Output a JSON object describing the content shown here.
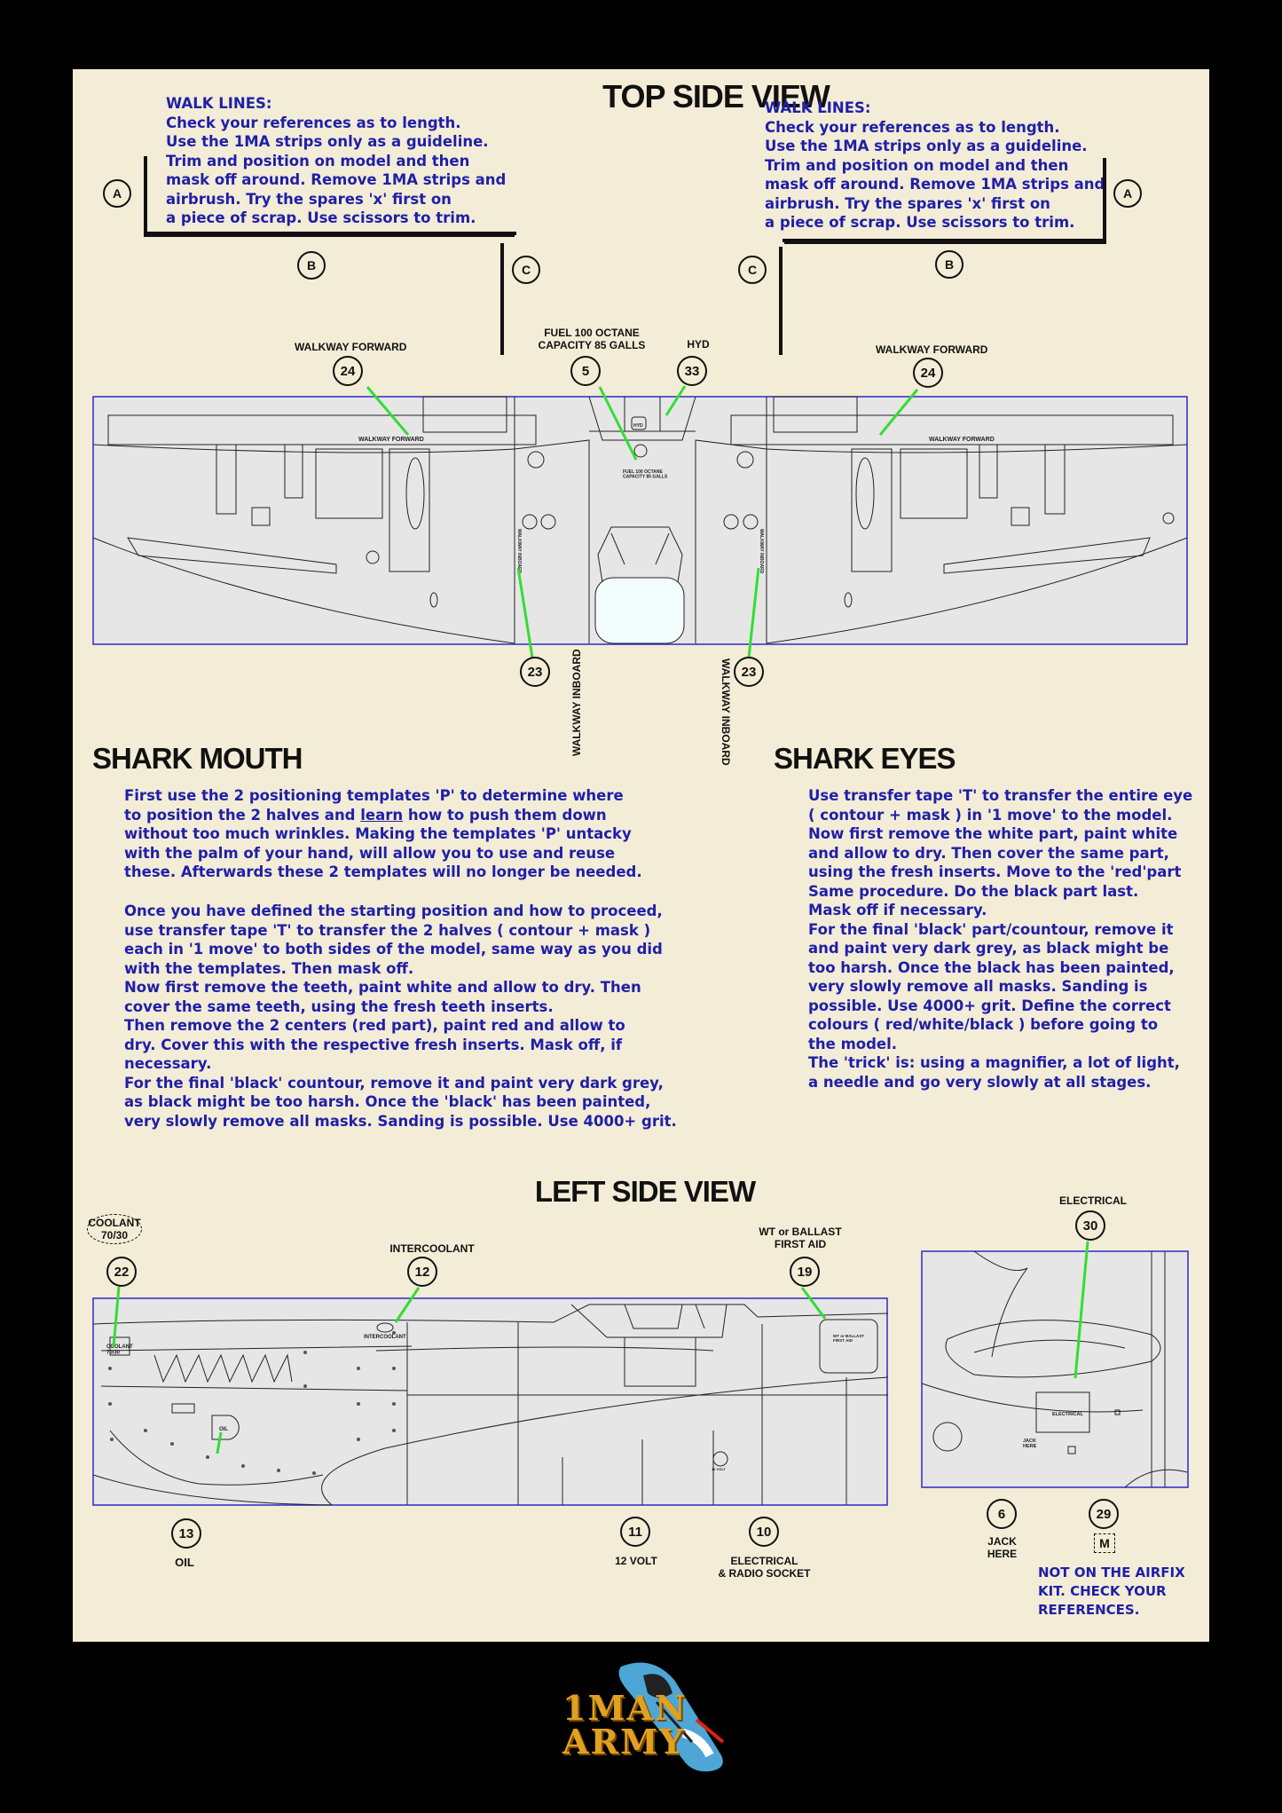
{
  "top_view": {
    "title": "TOP SIDE VIEW",
    "walk_lines_left": "WALK LINES:\nCheck your references as to length.\nUse the 1MA strips only as a guideline.\nTrim and position on model and then\nmask off around. Remove 1MA strips and\nairbrush. Try the spares 'x' first on\na piece of scrap. Use scissors to trim.",
    "walk_lines_right": "WALK LINES:\nCheck your references as to length.\nUse the 1MA strips only as a guideline.\nTrim and position on model and then\nmask off around. Remove 1MA strips and\nairbrush. Try the spares 'x' first on\na piece of scrap. Use scissors to trim.",
    "strip_a": "A",
    "strip_b": "B",
    "strip_c": "C",
    "label_walkway_forward": "WALKWAY FORWARD",
    "label_fuel": "FUEL 100 OCTANE\nCAPACITY 85 GALLS",
    "label_hyd": "HYD",
    "label_walkway_inboard": "WALKWAY INBOARD",
    "num_24": "24",
    "num_5": "5",
    "num_33": "33",
    "num_23": "23",
    "stencil_walkway_forward": "WALKWAY FORWARD",
    "stencil_fuel": "FUEL 100 OCTANE\nCAPACITY 85 GALLS",
    "stencil_hyd": "HYD",
    "stencil_walkway_inboard": "WALKWAY INBOARD"
  },
  "shark_mouth": {
    "title": "SHARK MOUTH",
    "para1_pre": "First use the 2 positioning templates 'P' to determine where\nto position the 2 halves and ",
    "para1_link": "learn",
    "para1_post": " how to push them down\nwithout too much wrinkles. Making the templates 'P' untacky\nwith the palm of your hand, will allow you to use and reuse\nthese. Afterwards these 2 templates will no longer be needed.",
    "para2": "Once you have defined the starting position and how to proceed,\nuse transfer tape 'T' to transfer the 2 halves ( contour + mask )\neach in '1 move' to both sides of the model, same way as you did\nwith the templates. Then mask off.\nNow first remove the teeth, paint white and allow to dry. Then\ncover the same teeth, using the fresh teeth inserts.\nThen remove the 2 centers (red part), paint red and allow to\ndry. Cover this with the respective fresh inserts. Mask off, if\nnecessary.\nFor the final 'black' countour, remove it and paint very dark grey,\nas black might be too harsh. Once the 'black' has been painted,\nvery slowly remove all masks. Sanding is possible. Use 4000+ grit."
  },
  "shark_eyes": {
    "title": "SHARK EYES",
    "text": "Use transfer tape 'T' to transfer the entire eye\n( contour + mask ) in '1 move' to the model.\nNow first remove the white part, paint white\nand allow to dry. Then cover the same part,\nusing the fresh inserts. Move to the 'red'part\nSame procedure. Do the black part last.\nMask off if necessary.\nFor the final 'black' part/countour, remove it\nand paint very dark grey, as black might be\ntoo harsh. Once the black has been painted,\nvery slowly remove all masks. Sanding is\npossible. Use 4000+ grit. Define the correct\ncolours ( red/white/black ) before going to\nthe model.\nThe 'trick' is: using a magnifier, a lot of light,\na needle and go very slowly at all stages."
  },
  "left_view": {
    "title": "LEFT SIDE VIEW",
    "coolant": "COOLANT\n70/30",
    "intercoolant": "INTERCOOLANT",
    "wt_ballast": "WT or BALLAST\nFIRST AID",
    "electrical": "ELECTRICAL",
    "oil": "OIL",
    "twelve_volt": "12 VOLT",
    "electrical_radio": "ELECTRICAL\n& RADIO SOCKET",
    "jack_here": "JACK\nHERE",
    "num_22": "22",
    "num_12": "12",
    "num_19": "19",
    "num_30": "30",
    "num_13": "13",
    "num_11": "11",
    "num_10": "10",
    "num_6": "6",
    "num_29": "29",
    "m_box": "M",
    "not_airfix": "NOT ON THE AIRFIX\nKIT. CHECK YOUR\nREFERENCES.",
    "stencil_coolant": "COOLANT\n70/30",
    "stencil_intercoolant": "INTERCOOLANT",
    "stencil_wt": "WT or BALLAST\nFIRST AID",
    "stencil_oil": "OIL",
    "stencil_12v": "12 VOLT",
    "stencil_electrical": "ELECTRICAL",
    "stencil_jack": "JACK\nHERE"
  },
  "logo": {
    "line1": "1MAN",
    "line2": "ARMY"
  },
  "colors": {
    "background": "#000000",
    "sheet": "#f3ecd7",
    "instruction_text": "#1f1fa8",
    "leader_line": "#33dd33",
    "panel_border": "#2a2acc",
    "panel_fill": "#e6e6e6"
  }
}
